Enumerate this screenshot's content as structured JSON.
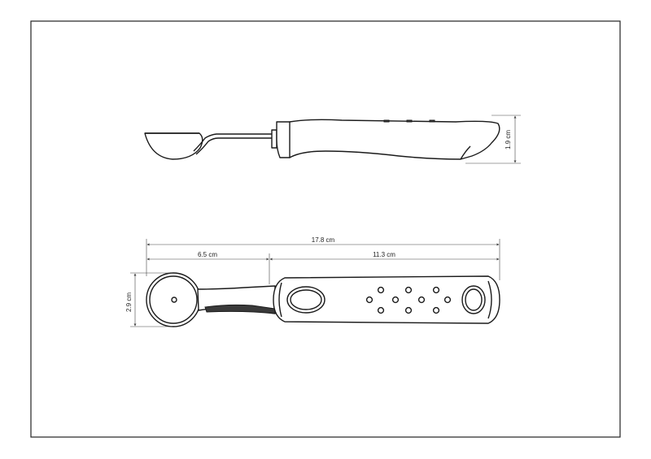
{
  "dimensions": {
    "total_length": "17.8 cm",
    "scoop_length": "6.5 cm",
    "handle_length": "11.3 cm",
    "scoop_diameter": "2.9 cm",
    "side_height": "1.9 cm"
  },
  "colors": {
    "line": "#1a1a1a",
    "fill": "#ffffff",
    "accent_dark": "#3a3a3a"
  }
}
